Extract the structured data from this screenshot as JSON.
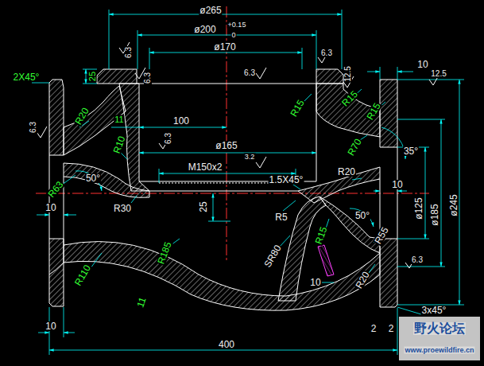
{
  "diagram": {
    "labels": [
      "ø265",
      "ø200",
      "+0.15",
      "0",
      "ø170",
      "2X45°",
      "25",
      "6.3",
      "6.3",
      "6.3",
      "6.3",
      "12.5",
      "10",
      "12.5",
      "6.3",
      "R20",
      "11",
      "100",
      "R10",
      "R15",
      "R15",
      "R15",
      "6.3",
      "ø165",
      "R70",
      "35°",
      "3.2",
      "M150x2",
      "1.5X45°",
      "R20",
      "R63",
      "50°",
      "10",
      "10",
      "ø125",
      "ø185",
      "ø245",
      "R30",
      "25",
      "R5",
      "50°",
      "R55",
      "SR80",
      "R15",
      "6.3",
      "R185",
      "R20",
      "10",
      "R110",
      "11",
      "10",
      "400",
      "3x45°",
      "2",
      "2",
      "野火论坛",
      "www.proewildfire.cn"
    ]
  }
}
